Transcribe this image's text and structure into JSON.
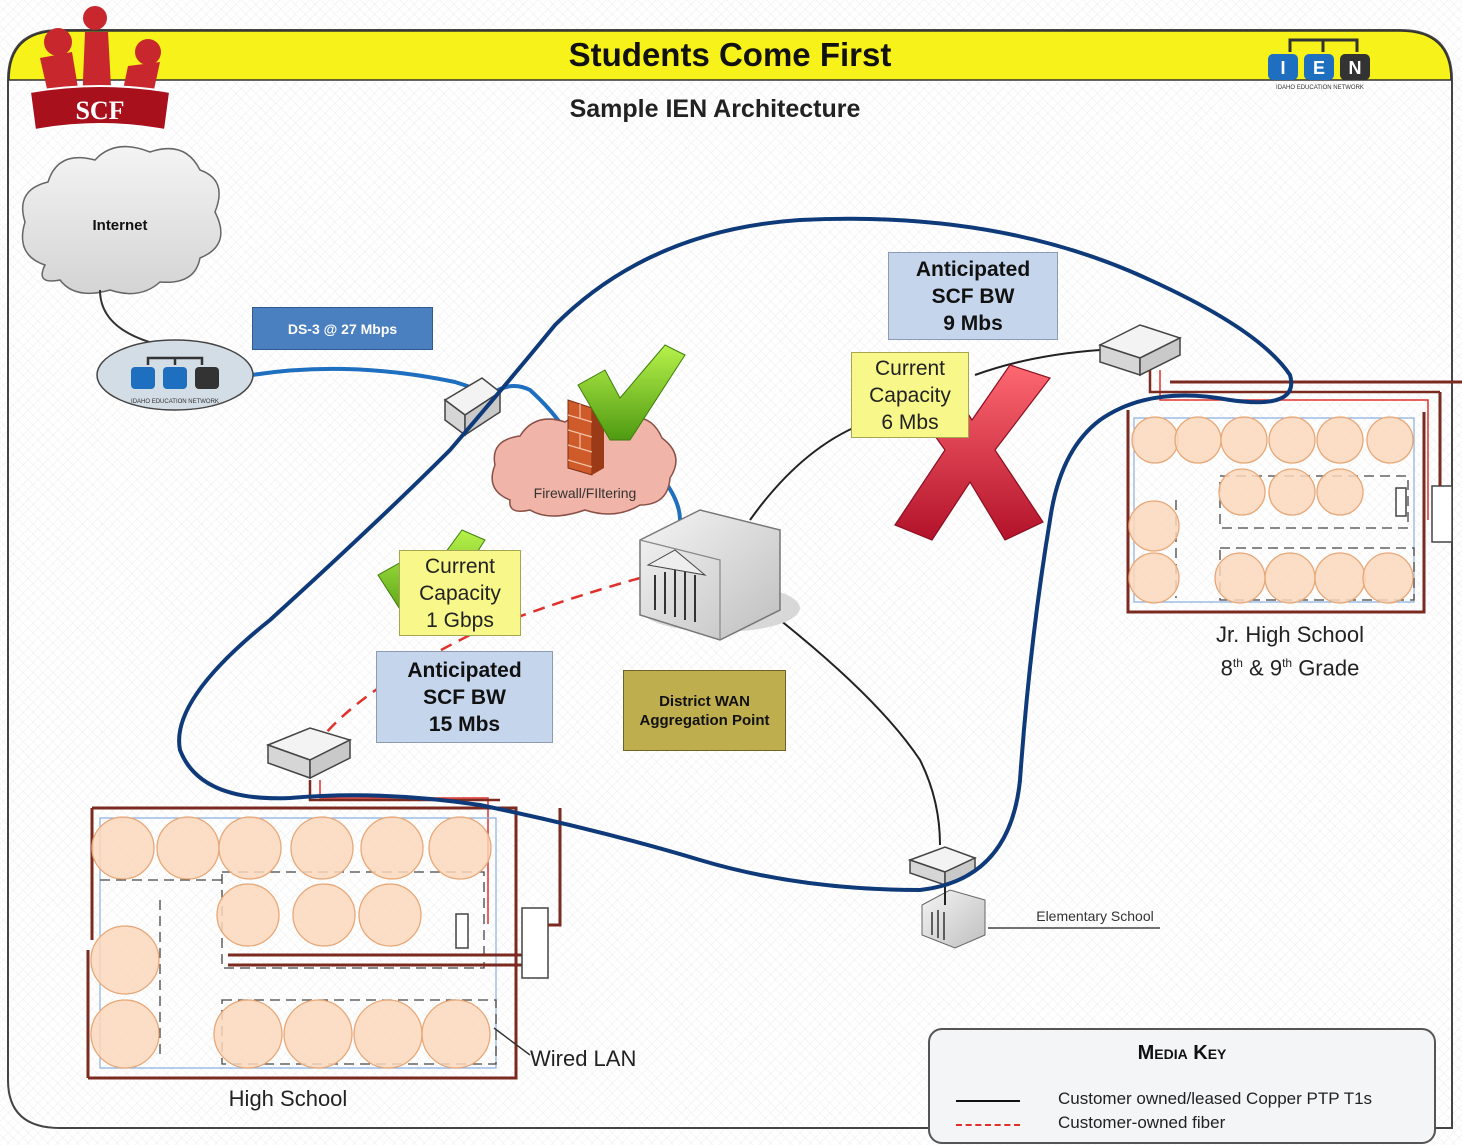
{
  "header": {
    "title": "Students Come First",
    "subtitle": "Sample IEN Architecture",
    "left_logo_text": "SCF",
    "right_logo_text": "IEN",
    "right_logo_caption": "IDAHO EDUCATION NETWORK",
    "band_color": "#f7f21a"
  },
  "nodes": {
    "internet": "Internet",
    "ien_hub_caption": "IDAHO EDUCATION NETWORK",
    "firewall": "Firewall/FIltering",
    "aggregation": "District WAN Aggregation Point",
    "elementary": "Elementary School",
    "high_school": "High School",
    "wired_lan": "Wired LAN"
  },
  "links": {
    "ds3": "DS-3 @ 27 Mbps"
  },
  "callouts": {
    "jr_bw": [
      "Anticipated",
      "SCF BW",
      "9 Mbs"
    ],
    "jr_cap": [
      "Current",
      "Capacity",
      "6 Mbs"
    ],
    "hs_bw": [
      "Anticipated",
      "SCF BW",
      "15 Mbs"
    ],
    "hs_cap": [
      "Current",
      "Capacity",
      "1 Gbps"
    ]
  },
  "jr_high": {
    "name": "Jr. High School",
    "grade_a": "8",
    "grade_b": "9",
    "sup": "th",
    "amp": " & ",
    "suffix": " Grade"
  },
  "media_key": {
    "title": "Media Key",
    "copper": "Customer owned/leased Copper PTP T1s",
    "fiber": "Customer-owned fiber"
  },
  "colors": {
    "blue_link": "#1f6fc0",
    "fiber": "#e0302c",
    "scope_outline": "#0f3a7a",
    "wall": "#7b2a20",
    "room": "#fbd7bb",
    "check": "#6fbf1f",
    "cross": "#d0203a"
  }
}
